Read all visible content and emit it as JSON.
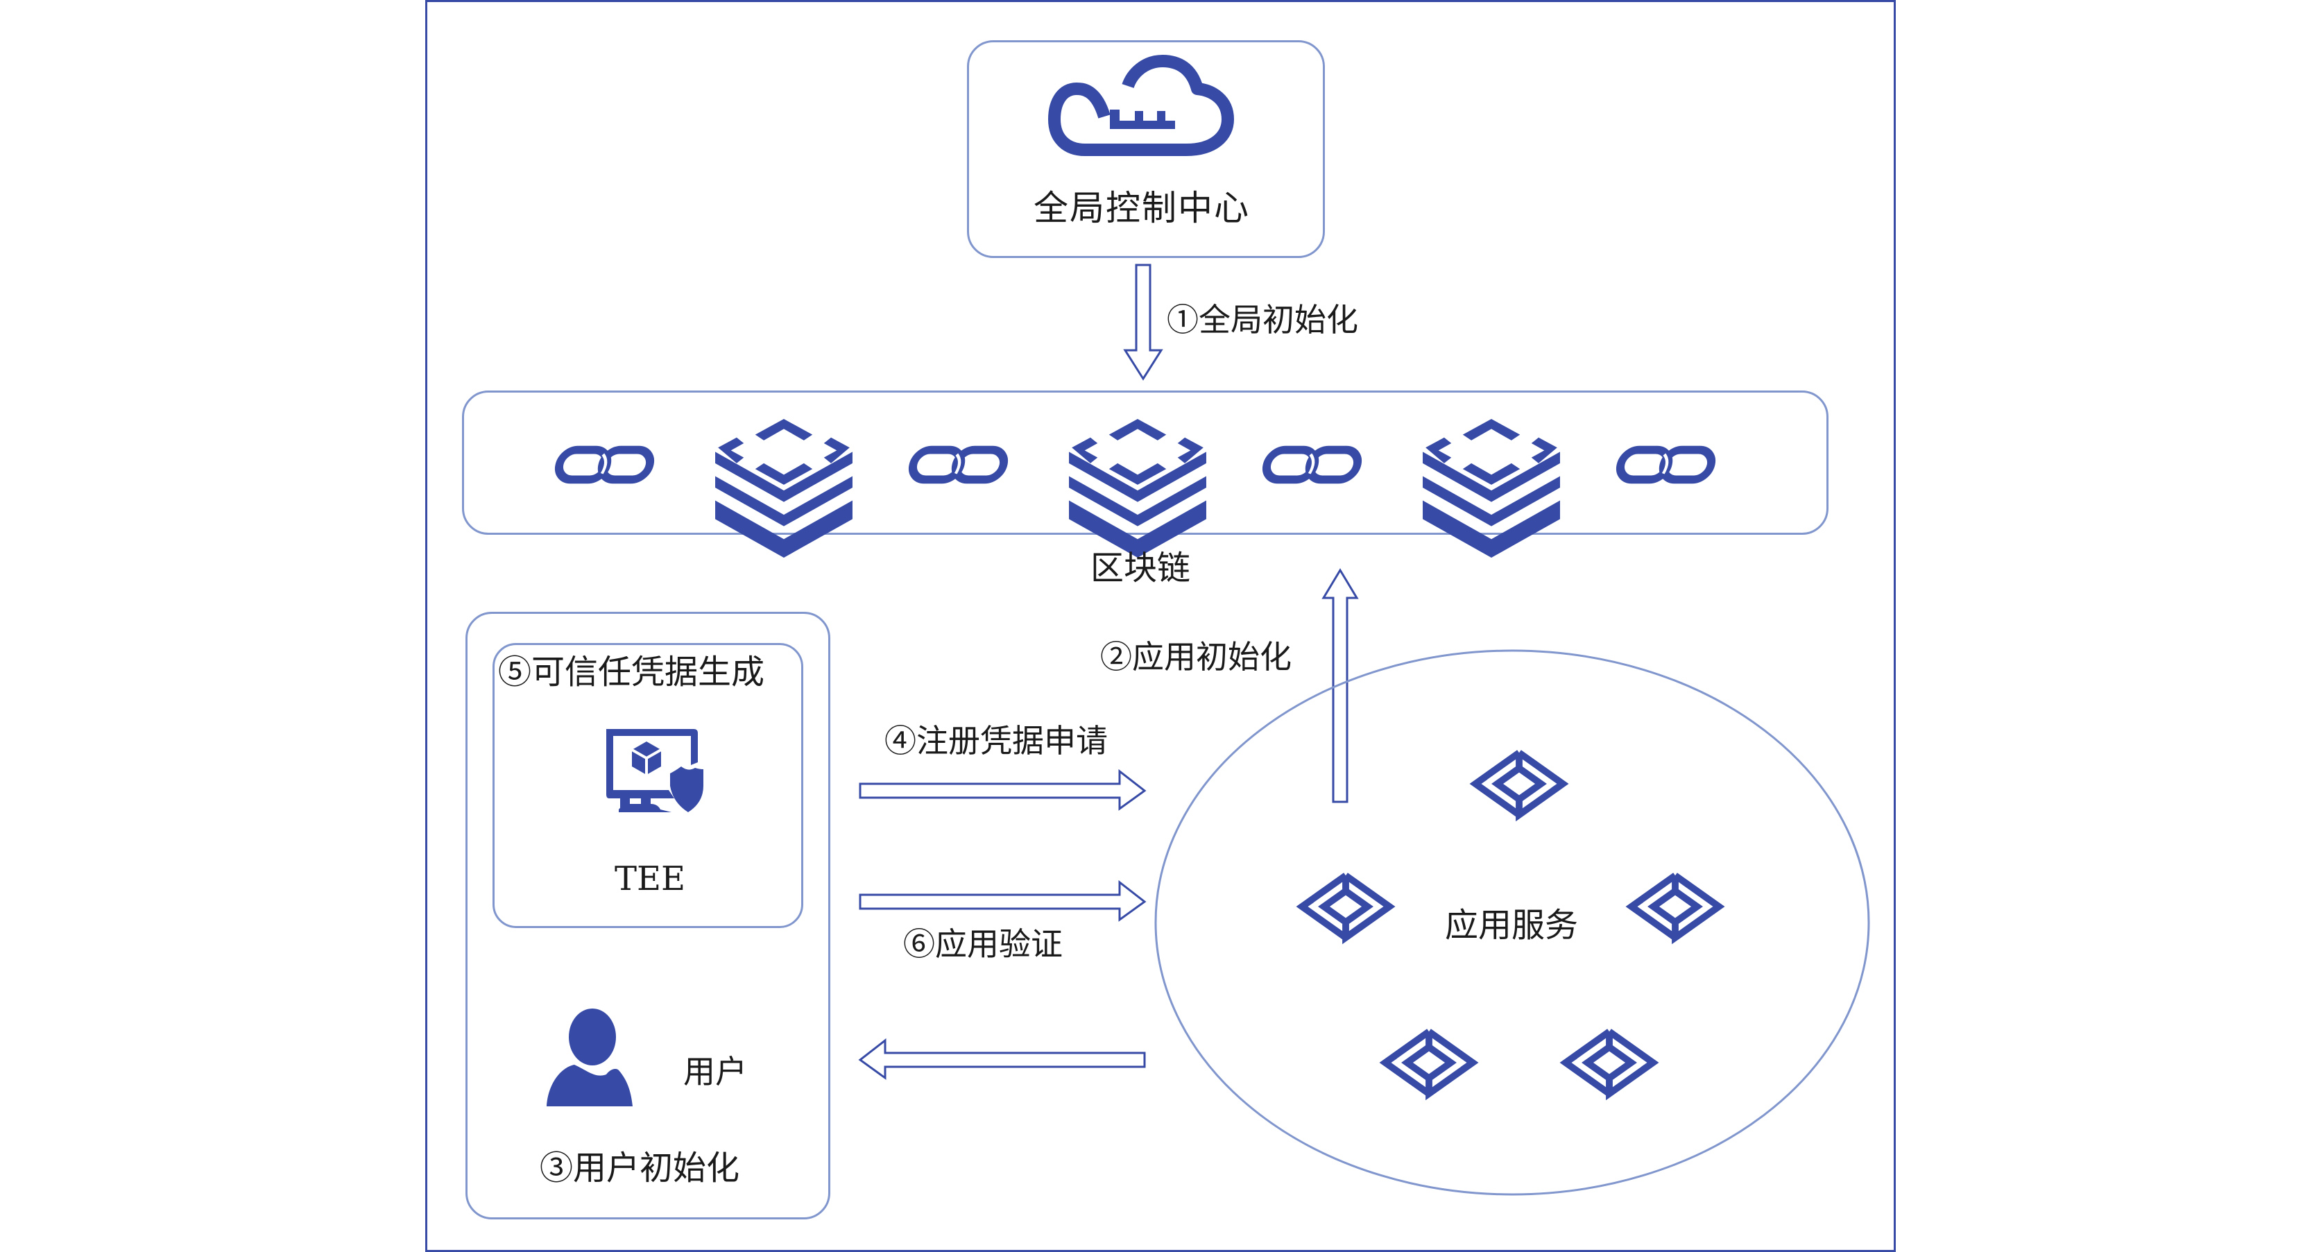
{
  "colors": {
    "icon_blue": "#374ba6",
    "box_border": "#8096cd",
    "frame_border": "#374ba6",
    "text": "#1a1a1a"
  },
  "control_center": {
    "label": "全局控制中心",
    "icon": "cloud-key-icon"
  },
  "blockchain": {
    "label": "区块链",
    "items": [
      "chain-link-icon",
      "block-stack-icon",
      "chain-link-icon",
      "block-stack-icon",
      "chain-link-icon",
      "block-stack-icon",
      "chain-link-icon"
    ]
  },
  "user_panel": {
    "tee": {
      "step_label": "⑤可信任凭据生成",
      "name": "TEE",
      "icon": "monitor-shield-icon"
    },
    "user_label": "用户",
    "user_icon": "user-icon",
    "step_label": "③用户初始化"
  },
  "app_service": {
    "label": "应用服务",
    "node_icon": "service-node-icon",
    "node_count": 5
  },
  "flows": [
    {
      "id": "step1",
      "label": "①全局初始化",
      "from": "全局控制中心",
      "to": "区块链"
    },
    {
      "id": "step2",
      "label": "②应用初始化",
      "from": "应用服务",
      "to": "区块链"
    },
    {
      "id": "step4",
      "label": "④注册凭据申请",
      "from": "用户",
      "to": "应用服务"
    },
    {
      "id": "step6",
      "label": "⑥应用验证",
      "from": "用户",
      "to": "应用服务"
    },
    {
      "id": "return",
      "label": "",
      "from": "应用服务",
      "to": "用户"
    }
  ]
}
